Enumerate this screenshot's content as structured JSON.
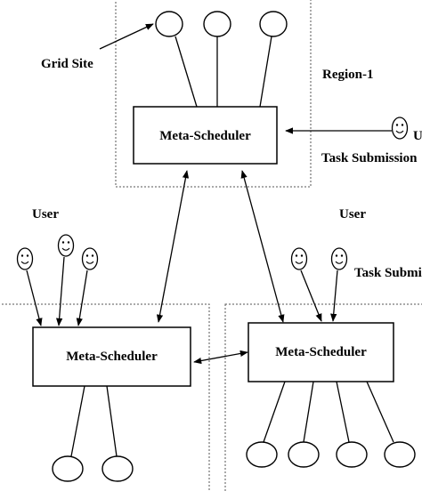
{
  "labels": {
    "grid_site": "Grid Site",
    "region_1": "Region-1",
    "task_submission_top": "Task Submission",
    "user_top_right": "U",
    "user_left": "User",
    "user_right": "User",
    "task_submission_right": "Task Submissi"
  },
  "schedulers": {
    "top": "Meta-Scheduler",
    "bottom_left": "Meta-Scheduler",
    "bottom_right": "Meta-Scheduler"
  }
}
